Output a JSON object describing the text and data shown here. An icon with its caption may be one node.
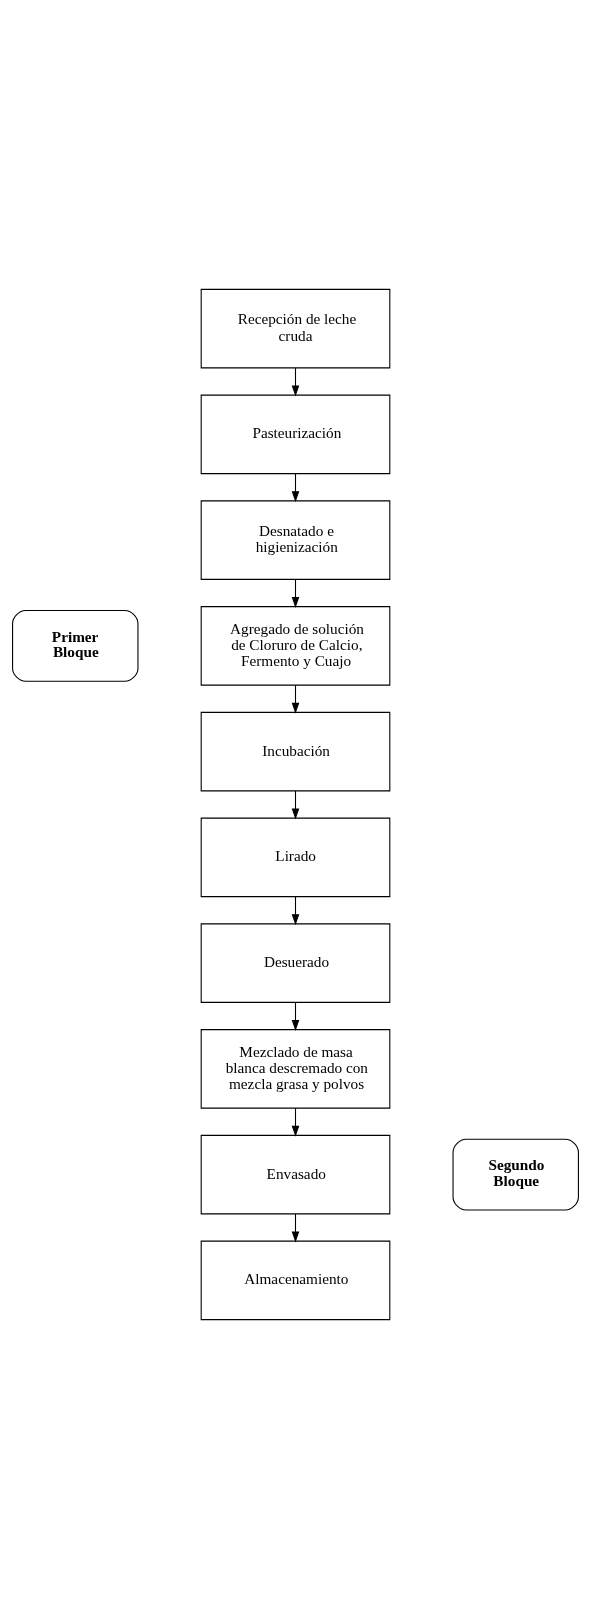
{
  "diagram": {
    "nodes": [
      {
        "text": [
          "Primer Bloque"
        ]
      },
      {
        "text": [
          "Recepción de leche cruda"
        ]
      },
      {
        "text": [
          "Pasteurización"
        ]
      },
      {
        "text": [
          "Desnatado e higienización"
        ]
      },
      {
        "text": [
          "Agregado de solución de Cloruro de Calcio, Fermento y Cuajo"
        ]
      },
      {
        "text": [
          "Incubación"
        ]
      },
      {
        "text": [
          "Lirado"
        ]
      },
      {
        "text": [
          "Desuerado"
        ]
      },
      {
        "text": [
          "Segundo Bloque"
        ]
      },
      {
        "text": [
          "Mezclado de masa blanca descremado con mezcla grasa y polvos"
        ]
      },
      {
        "text": [
          "Envasado"
        ]
      },
      {
        "text": [
          "Almacenamiento"
        ]
      }
    ],
    "edges": [
      {
        "from": 1,
        "to": 2,
        "arrow": "to"
      },
      {
        "from": 2,
        "to": 3,
        "arrow": "to"
      },
      {
        "from": 3,
        "to": 4,
        "arrow": "to"
      },
      {
        "from": 4,
        "to": 5,
        "arrow": "to"
      },
      {
        "from": 5,
        "to": 6,
        "arrow": "to"
      },
      {
        "from": 6,
        "to": 7,
        "arrow": "to"
      },
      {
        "from": 7,
        "to": 9,
        "arrow": "to"
      },
      {
        "from": 9,
        "to": 10,
        "arrow": "to"
      },
      {
        "from": 10,
        "to": 11,
        "arrow": "to"
      }
    ]
  }
}
